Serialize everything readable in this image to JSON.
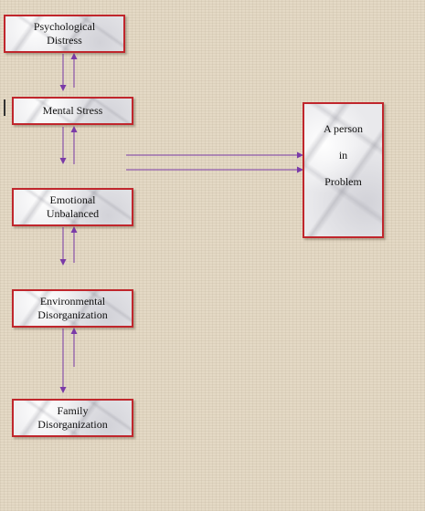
{
  "nodes": {
    "psychological_distress": {
      "line1": "Psychological",
      "line2": "Distress"
    },
    "mental_stress": {
      "line1": "Mental Stress"
    },
    "emotional_unbalanced": {
      "line1": "Emotional",
      "line2": "Unbalanced"
    },
    "environmental_disorganization": {
      "line1": "Environmental",
      "line2": "Disorganization"
    },
    "family_disorganization": {
      "line1": "Family",
      "line2": "Disorganization"
    },
    "person_in_problem": {
      "line1": "A person",
      "line2": "in",
      "line3": "Problem"
    }
  },
  "colors": {
    "box_border": "#c0262c",
    "arrow": "#7a3aa8"
  }
}
